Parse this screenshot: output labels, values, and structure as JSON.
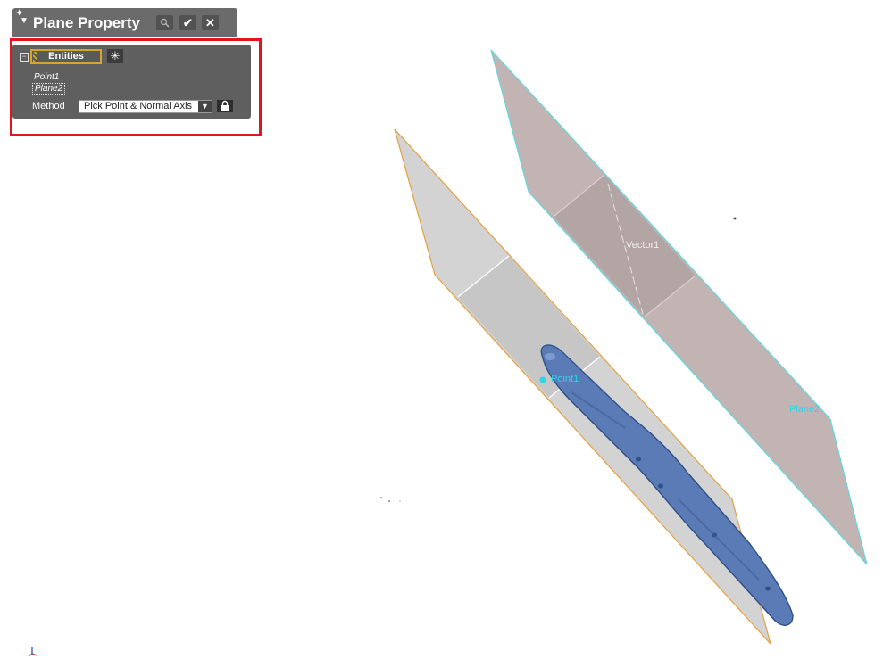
{
  "panel": {
    "title": "Plane Property",
    "header_buttons": [
      {
        "icon": "search-icon"
      },
      {
        "icon": "check-icon",
        "glyph": "✔"
      },
      {
        "icon": "close-icon",
        "glyph": "✕"
      }
    ],
    "entities_label": "Entities",
    "entities": [
      "Point1",
      "Plane2"
    ],
    "method_label": "Method",
    "method_value": "Pick Point & Normal Axis"
  },
  "viewport": {
    "labels": {
      "point": "Point1",
      "vector": "Vector1",
      "plane": "Plane2"
    },
    "colors": {
      "plane_front_fill": "#d2d2d2",
      "plane_front_edge": "#e3a040",
      "plane_back_fill": "#c2b2b2",
      "plane_back_edge": "#5fd8e0",
      "part_fill": "#5b7bb7",
      "label_cyan": "#2bd6e8",
      "highlight_red": "#e0161e"
    }
  }
}
